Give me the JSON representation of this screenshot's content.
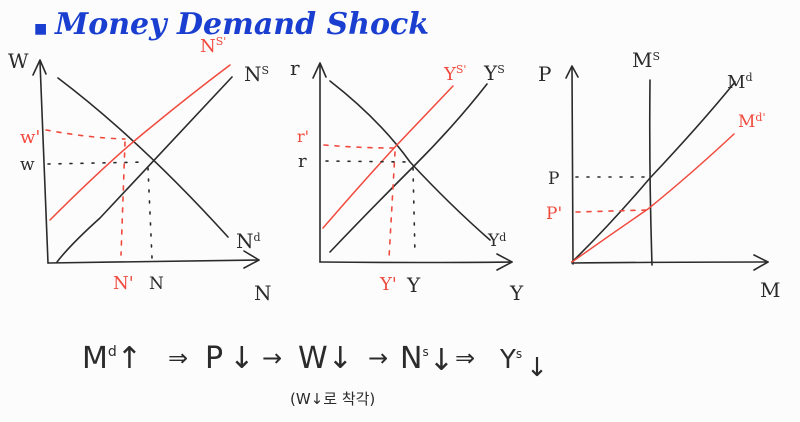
{
  "title": {
    "bullet": "■",
    "text": "Money Demand Shock",
    "color": "#1a3fd0"
  },
  "colors": {
    "ink": "#2b2b2b",
    "shift": "#f04a3e",
    "title": "#1a3fd0",
    "background": "#fcfcfc"
  },
  "panels": [
    {
      "id": "labor-market",
      "y_axis": "W",
      "x_axis": "N",
      "curves": {
        "supply": "N",
        "supply_sup": "S",
        "demand": "N",
        "demand_sup": "d",
        "supply_shift": "N",
        "supply_shift_sup": "S'"
      },
      "levels": {
        "y_orig": "w",
        "y_new": "w'",
        "x_orig": "N",
        "x_new": "N'"
      }
    },
    {
      "id": "goods-market",
      "y_axis": "r",
      "x_axis": "Y",
      "curves": {
        "supply": "Y",
        "supply_sup": "S",
        "demand": "Y",
        "demand_sup": "d",
        "supply_shift": "Y",
        "supply_shift_sup": "S'"
      },
      "levels": {
        "y_orig": "r",
        "y_new": "r'",
        "x_orig": "Y",
        "x_new": "Y'"
      }
    },
    {
      "id": "money-market",
      "y_axis": "P",
      "x_axis": "M",
      "curves": {
        "supply": "M",
        "supply_sup": "S",
        "demand": "M",
        "demand_sup": "d",
        "demand_shift": "M",
        "demand_shift_sup": "d'"
      },
      "levels": {
        "y_orig": "P",
        "y_new": "P'"
      }
    }
  ],
  "flow": {
    "steps": [
      {
        "sym": "M",
        "sup": "d",
        "dir": "↑"
      },
      {
        "sym": "P",
        "sup": "",
        "dir": "↓"
      },
      {
        "sym": "W",
        "sup": "",
        "dir": "↓"
      },
      {
        "sym": "N",
        "sup": "s",
        "dir": "↓"
      },
      {
        "sym": "Y",
        "sup": "s",
        "dir": "↓"
      }
    ],
    "arrows": [
      "⇒",
      "→",
      "→",
      "⇒"
    ],
    "note": "(W↓로 착각)"
  }
}
